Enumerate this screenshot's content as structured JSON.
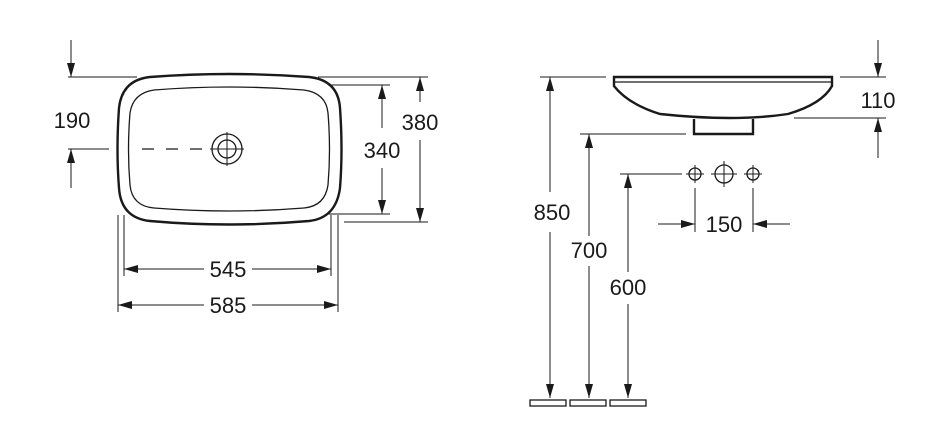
{
  "top_view": {
    "width_outer": "585",
    "width_inner": "545",
    "depth_outer": "380",
    "depth_inner": "340",
    "drain_offset": "190"
  },
  "side_view": {
    "bowl_height": "110",
    "rim_height": "850",
    "drain_height": "700",
    "tap_height": "600",
    "tap_spacing": "150"
  }
}
